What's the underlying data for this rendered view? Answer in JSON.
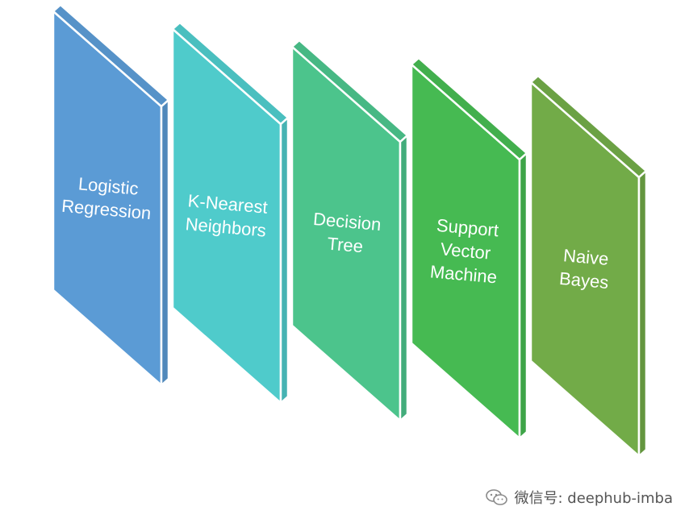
{
  "panels": [
    {
      "id": "logistic-regression",
      "lines": [
        "Logistic",
        "Regression"
      ],
      "color": "#5b9bd5"
    },
    {
      "id": "k-nearest-neighbors",
      "lines": [
        "K-Nearest",
        "Neighbors"
      ],
      "color": "#4fcbcb"
    },
    {
      "id": "decision-tree",
      "lines": [
        "Decision",
        "Tree"
      ],
      "color": "#4cc48c"
    },
    {
      "id": "support-vector-machine",
      "lines": [
        "Support",
        "Vector",
        "Machine"
      ],
      "color": "#46ba52"
    },
    {
      "id": "naive-bayes",
      "lines": [
        "Naive",
        "Bayes"
      ],
      "color": "#72ab48"
    }
  ],
  "watermark": {
    "text": "微信号: deephub-imba",
    "icon": "wechat-icon"
  }
}
